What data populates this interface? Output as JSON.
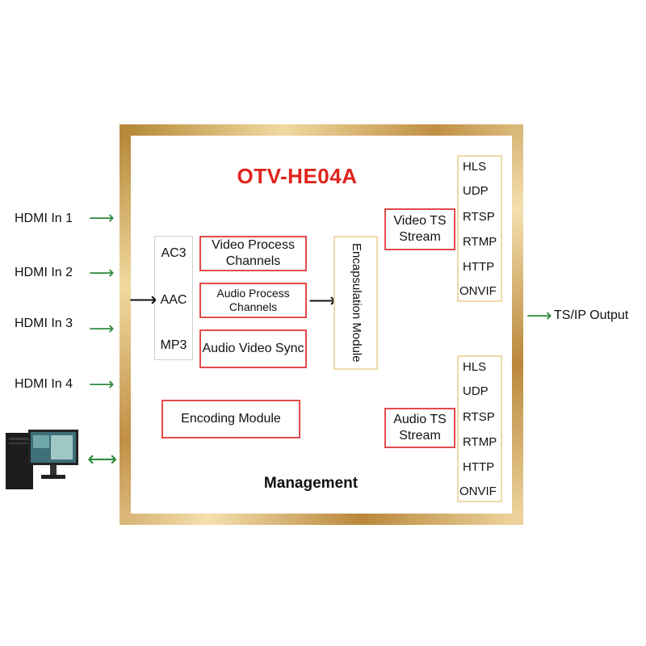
{
  "title": "OTV-HE04A",
  "inputs": [
    "HDMI In 1",
    "HDMI In 2",
    "HDMI In 3",
    "HDMI In 4"
  ],
  "codecs": [
    "AC3",
    "AAC",
    "MP3"
  ],
  "process_boxes": [
    "Video Process Channels",
    "Audio Process Channels",
    "Audio Video Sync"
  ],
  "encoding_module": "Encoding Module",
  "encapsulation_module": "Encapsulation Module",
  "video_ts": "Video TS Stream",
  "audio_ts": "Audio TS Stream",
  "protocols": [
    "HLS",
    "UDP",
    "RTSP",
    "RTMP",
    "HTTP",
    "ONVIF"
  ],
  "output": "TS/IP Output",
  "management": "Management",
  "colors": {
    "title": "#e0241c",
    "red_border": "#e44b4b",
    "green_arrow": "#2e8b3c",
    "gold_frame": "#c9a15a"
  }
}
